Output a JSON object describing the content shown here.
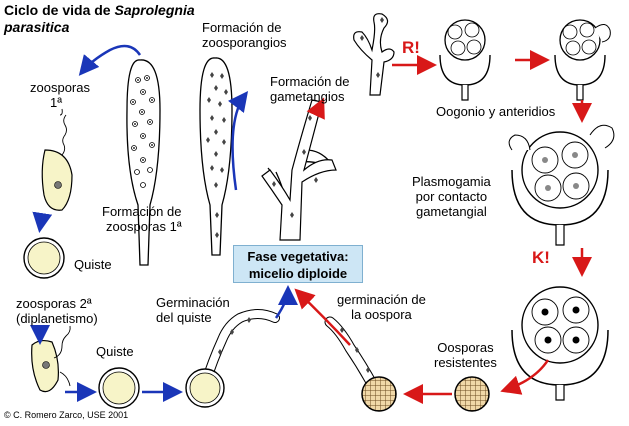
{
  "title": {
    "line1": "Ciclo de vida de ",
    "species_italic_1": "Saprolegnia",
    "species_italic_2": "parasitica"
  },
  "labels": {
    "zoosporas1": "zoosporas",
    "zoosporas1_sup": "1ª",
    "formacion_zoosporangios_1": "Formación de",
    "formacion_zoosporangios_2": "zoosporangios",
    "formacion_gametangios_1": "Formación de",
    "formacion_gametangios_2": "gametangios",
    "formacion_zoosporas_1": "Formación de",
    "formacion_zoosporas_2": "zoosporas 1ª",
    "quiste_1": "Quiste",
    "zoosporas2": "zoosporas 2ª",
    "diplanetismo": "(diplanetismo)",
    "quiste_2": "Quiste",
    "germinacion_quiste_1": "Germinación",
    "germinacion_quiste_2": "del quiste",
    "fase_vegetativa_1": "Fase vegetativa:",
    "fase_vegetativa_2": "micelio diploide",
    "germinacion_oospora_1": "germinación de",
    "germinacion_oospora_2": "la oospora",
    "oogonio_anteridios": "Oogonio y anteridios",
    "plasmogamia_1": "Plasmogamia",
    "plasmogamia_2": "por contacto",
    "plasmogamia_3": "gametangial",
    "oosporas_1": "Oosporas",
    "oosporas_2": "resistentes",
    "meiosis_marker": "R!",
    "karyogamy_marker": "K!",
    "credit": "© C. Romero Zarco, USE 2001"
  },
  "colors": {
    "arrow_blue": "#1a36b8",
    "arrow_red": "#d81818",
    "cytoplasm": "#f7f4c8",
    "box_fill": "#cde6f5",
    "outline": "#000000"
  }
}
